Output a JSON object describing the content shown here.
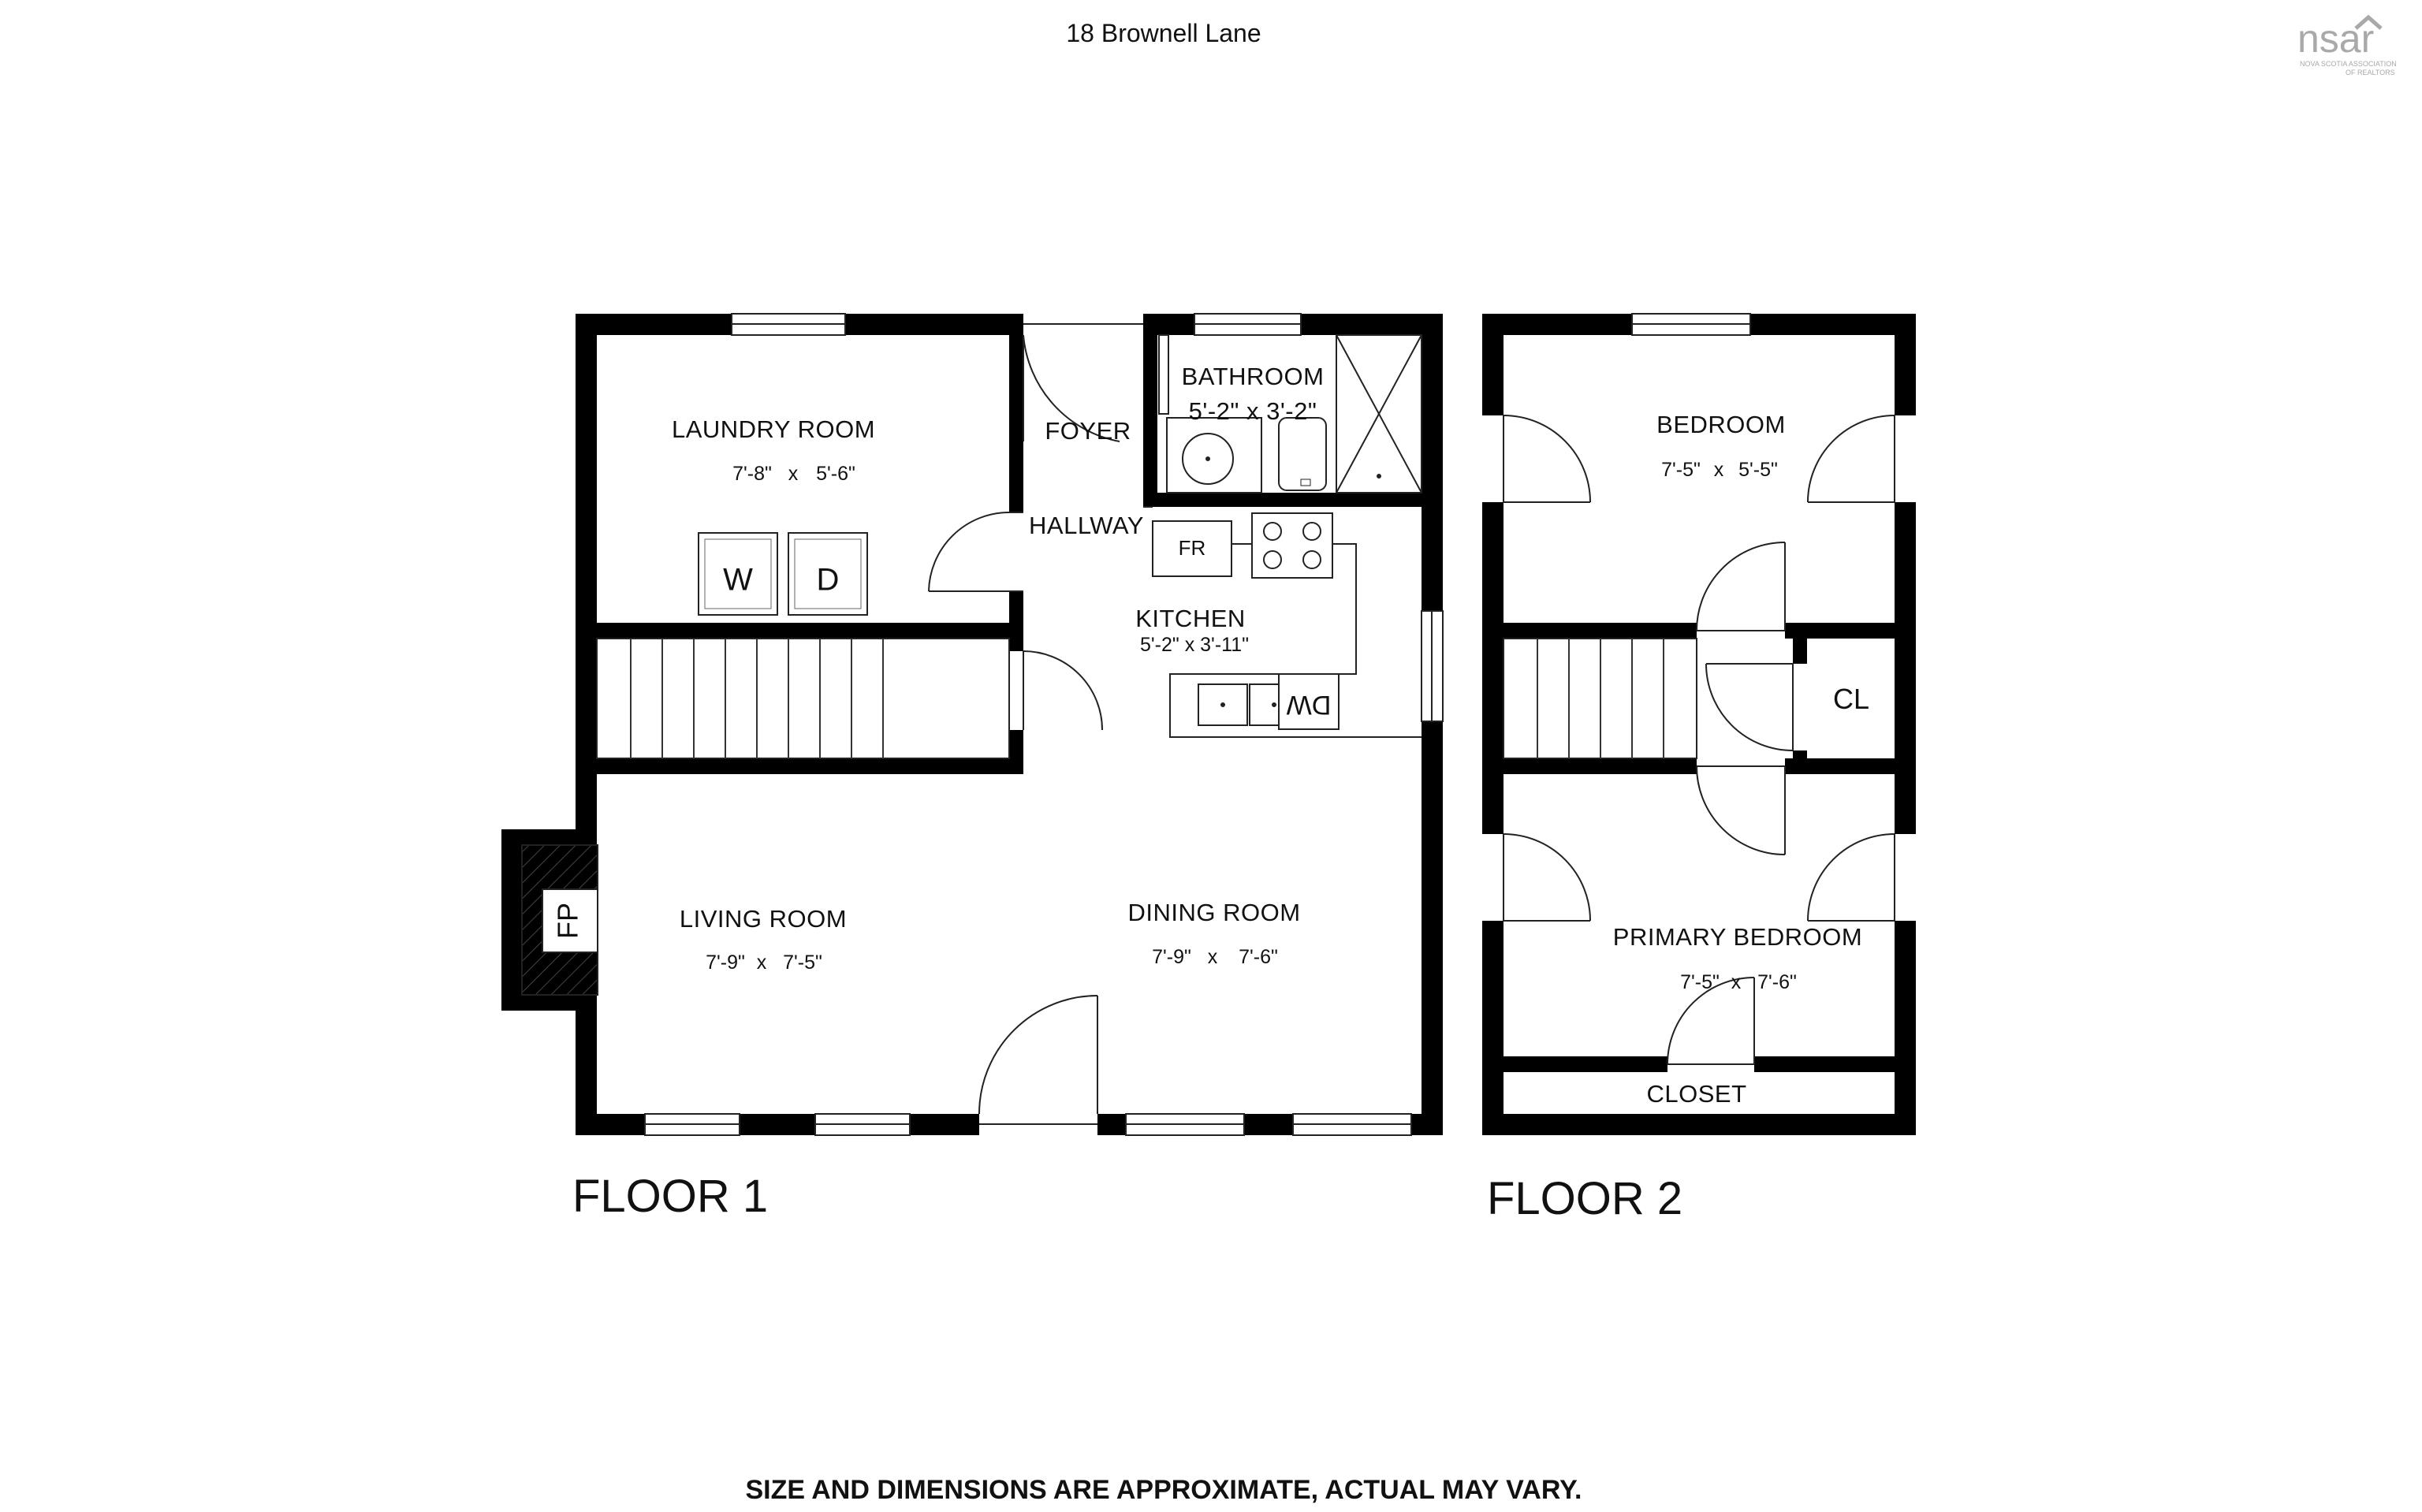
{
  "header": {
    "address": "18 Brownell Lane"
  },
  "logo": {
    "text": "nsar",
    "subtext_line1": "NOVA SCOTIA ASSOCIATION",
    "subtext_line2": "OF REALTORS"
  },
  "floor1": {
    "label": "FLOOR 1",
    "rooms": {
      "laundry": {
        "name": "LAUNDRY ROOM",
        "dim_a": "7'-8\"",
        "x": "x",
        "dim_b": "5'-6\""
      },
      "foyer": {
        "name": "FOYER"
      },
      "hallway": {
        "name": "HALLWAY"
      },
      "bathroom": {
        "name": "BATHROOM",
        "dims": "5'-2\"  x  3'-2\""
      },
      "kitchen": {
        "name": "KITCHEN",
        "dims": "5'-2\"  x  3'-11\""
      },
      "living": {
        "name": "LIVING ROOM",
        "dim_a": "7'-9\"",
        "x": "x",
        "dim_b": "7'-5\""
      },
      "dining": {
        "name": "DINING ROOM",
        "dim_a": "7'-9\"",
        "x": "x",
        "dim_b": "7'-6\""
      }
    },
    "fixtures": {
      "washer": "W",
      "dryer": "D",
      "fridge": "FR",
      "dishwasher": "DW",
      "fireplace": "FP"
    }
  },
  "floor2": {
    "label": "FLOOR 2",
    "rooms": {
      "bedroom": {
        "name": "BEDROOM",
        "dim_a": "7'-5\"",
        "x": "x",
        "dim_b": "5'-5\""
      },
      "primary": {
        "name": "PRIMARY BEDROOM",
        "dim_a": "7'-5\"",
        "x": "x",
        "dim_b": "7'-6\""
      },
      "closet_small": {
        "name": "CL"
      },
      "closet": {
        "name": "CLOSET"
      }
    }
  },
  "footer": {
    "disclaimer": "SIZE AND DIMENSIONS ARE APPROXIMATE, ACTUAL MAY VARY."
  }
}
